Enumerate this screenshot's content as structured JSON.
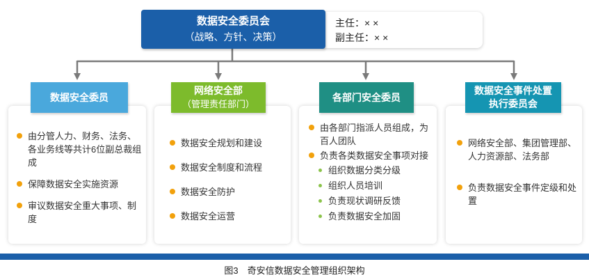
{
  "top": {
    "title": "数据安全委员会",
    "subtitle": "（战略、方针、决策）",
    "chair": "主任：× ×",
    "vice_chair": "副主任：× ×"
  },
  "columns": [
    {
      "title": "数据安全委员",
      "subtitle": "",
      "color": "#4aa8dc",
      "items": [
        "由分管人力、财务、法务、各业务线等共计6位副总裁组成",
        "保障数据安全实施资源",
        "审议数据安全重大事项、制度"
      ]
    },
    {
      "title": "网络安全部",
      "subtitle": "（管理责任部门）",
      "color": "#7dbb2c",
      "items": [
        "数据安全规划和建设",
        "数据安全制度和流程",
        "数据安全防护",
        "数据安全运营"
      ]
    },
    {
      "title": "各部门安全委员",
      "subtitle": "",
      "color": "#1f8f84",
      "items": [
        "由各部门指派人员组成，为百人团队",
        "负责各类数据安全事项对接"
      ],
      "sub_items": [
        "组织数据分类分级",
        "组织人员培训",
        "负责现状调研反馈",
        "负责数据安全加固"
      ]
    },
    {
      "title": "数据安全事件处置",
      "subtitle": "执行委员会",
      "color": "#1595b2",
      "items": [
        "网络安全部、集团管理部、人力资源部、法务部",
        "负责数据安全事件定级和处置"
      ]
    }
  ],
  "caption": "图3　奇安信数据安全管理组织架构",
  "colors": {
    "primary": "#1b5fa9",
    "bullet": "#f2a10c",
    "sub_bullet": "#8bc34a",
    "connector": "#7a7a7a"
  }
}
